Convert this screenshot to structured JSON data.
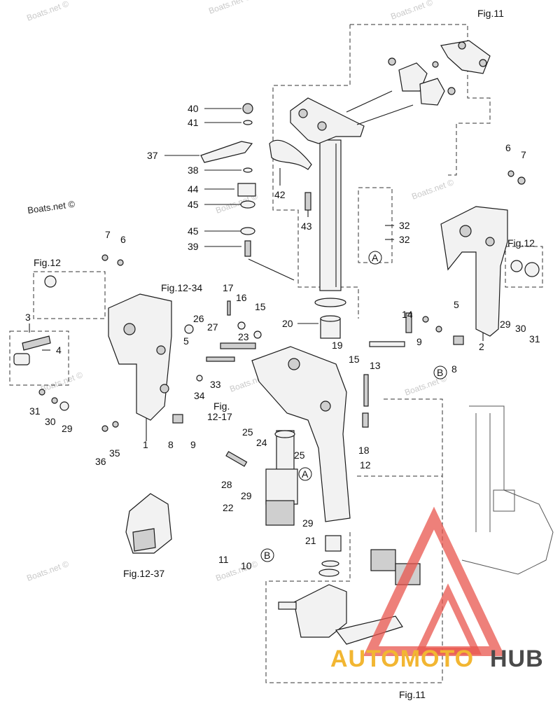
{
  "diagram": {
    "callouts": {
      "c1": "1",
      "c2": "2",
      "c3": "3",
      "c4": "4",
      "c5": "5",
      "c5b": "5",
      "c6": "6",
      "c6b": "6",
      "c7": "7",
      "c7b": "7",
      "c8": "8",
      "c8b": "8",
      "c9": "9",
      "c9b": "9",
      "c10": "10",
      "c11": "11",
      "c12": "12",
      "c13": "13",
      "c14": "14",
      "c15": "15",
      "c15b": "15",
      "c16": "16",
      "c17": "17",
      "c18": "18",
      "c19": "19",
      "c20": "20",
      "c21": "21",
      "c22": "22",
      "c23": "23",
      "c24": "24",
      "c25": "25",
      "c25b": "25",
      "c26": "26",
      "c27": "27",
      "c28": "28",
      "c29": "29",
      "c29b": "29",
      "c29c": "29",
      "c29d": "29",
      "c30": "30",
      "c30b": "30",
      "c31": "31",
      "c31b": "31",
      "c32": "32",
      "c32b": "32",
      "c33": "33",
      "c34": "34",
      "c35": "35",
      "c36": "36",
      "c37": "37",
      "c38": "38",
      "c39": "39",
      "c40": "40",
      "c41": "41",
      "c42": "42",
      "c43": "43",
      "c44": "44",
      "c45": "45",
      "c45b": "45"
    },
    "refs": {
      "fig11_top": "Fig.11",
      "fig11_bottom": "Fig.11",
      "fig12_left": "Fig.12",
      "fig12_right": "Fig.12",
      "fig12_34": "Fig.12-34",
      "fig12_17a": "Fig.",
      "fig12_17b": "12-17",
      "fig12_37": "Fig.12-37"
    },
    "markers": {
      "a1": "A",
      "a2": "A",
      "b1": "B",
      "b2": "B"
    },
    "watermarks": [
      "Boats.net ©",
      "Boats.net ©",
      "Boats.net ©",
      "Boats.net ©",
      "Boats.net ©",
      "Boats.net ©",
      "Boats.net ©",
      "Boats.net ©",
      "Boats.net ©",
      "Boats.net ©"
    ],
    "brand": {
      "part1": "AUTOMOTO",
      "part2": "HUB"
    },
    "colors": {
      "line": "#1a1a1a",
      "logo_red": "#e8554e",
      "logo_gold": "#f2b632",
      "logo_gray": "#4a4a4a"
    }
  }
}
